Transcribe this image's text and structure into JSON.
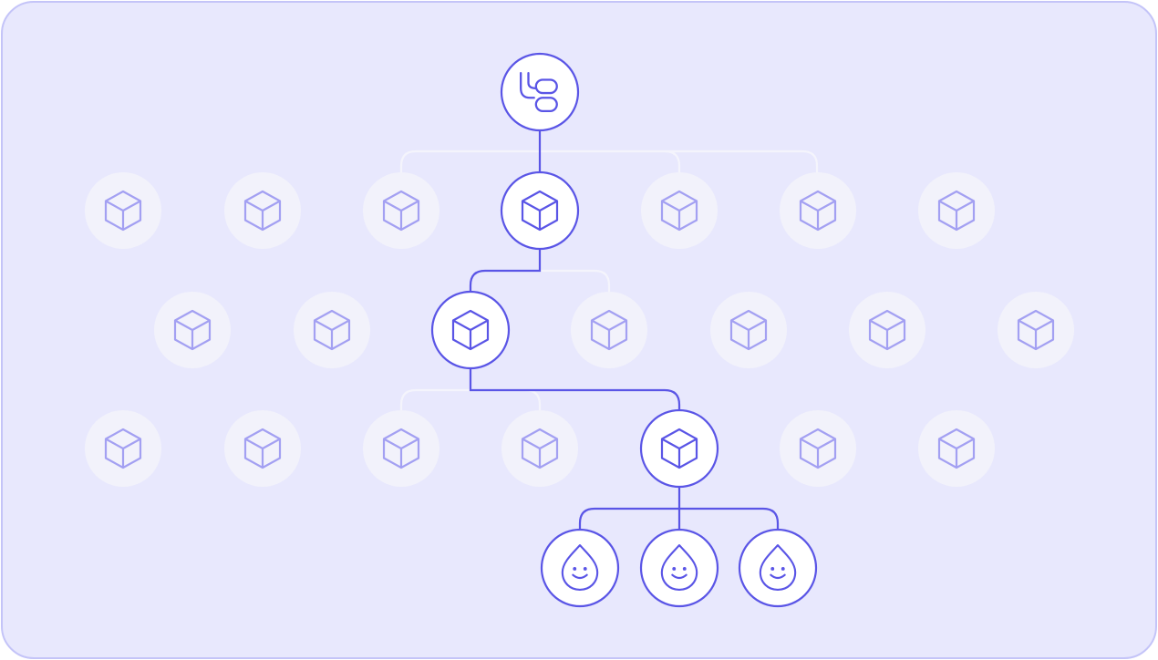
{
  "colors": {
    "background": "#e8e8fd",
    "border": "#c4c4f8",
    "active": "#5a55e6",
    "inactive_fill": "#f2f2fb",
    "inactive_icon": "#a3a0f2",
    "inactive_line": "#f4f4fc",
    "active_fill": "#ffffff"
  },
  "diagram": {
    "root": {
      "icon": "root-logo-icon",
      "state": "active"
    },
    "levels": [
      {
        "name": "level-1",
        "icon": "cube-icon",
        "count": 7,
        "active_index": 3
      },
      {
        "name": "level-2",
        "icon": "cube-icon",
        "count": 7,
        "active_index": 2
      },
      {
        "name": "level-3",
        "icon": "cube-icon",
        "count": 7,
        "active_index": 4
      }
    ],
    "leaves": {
      "icon": "smiling-drop-icon",
      "count": 3,
      "state": "active"
    }
  }
}
